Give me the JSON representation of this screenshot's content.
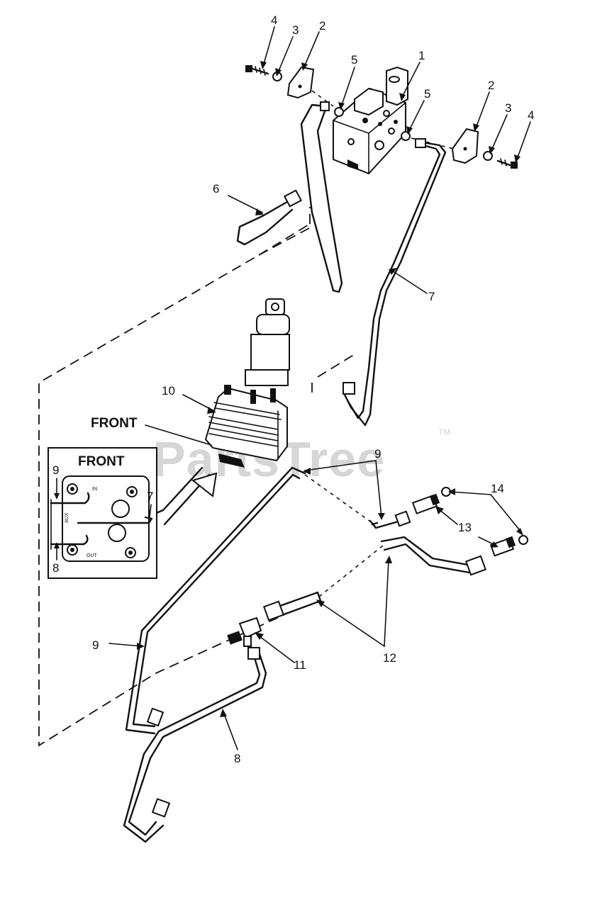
{
  "watermark": {
    "text": "PartsTree",
    "trademark": "TM"
  },
  "front_labels": {
    "main": "FRONT",
    "inset_title": "FRONT"
  },
  "inset_port_labels": {
    "in": "IN",
    "out": "OUT",
    "aux": "AUX"
  },
  "callouts": {
    "valve_body": "1",
    "bracket_left": "2",
    "bracket_right": "2",
    "lockwasher_left": "3",
    "lockwasher_right": "3",
    "screw_left": "4",
    "screw_right": "4",
    "oring_left": "5",
    "oring_right": "5",
    "tube_upper_left": "6",
    "tube_upper_right": "7",
    "tube_inset_7": "7",
    "tube_lower_8": "8",
    "inset_8": "8",
    "tube_9_upper": "9",
    "tube_9_lower": "9",
    "inset_9": "9",
    "control_valve": "10",
    "tee": "11",
    "hose": "12",
    "adapter": "13",
    "oring_small": "14"
  },
  "colors": {
    "ink": "#111111",
    "watermark": "#d6d6d6",
    "background": "#ffffff"
  }
}
